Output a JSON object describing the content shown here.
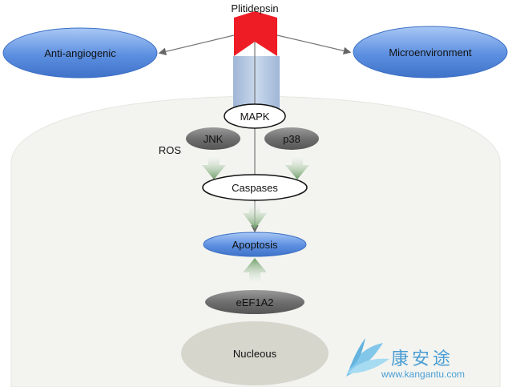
{
  "drug": {
    "label": "Plitidepsin"
  },
  "effects": {
    "left": "Anti-angiogenic",
    "right": "Microenvironment"
  },
  "nodes": {
    "mapk": "MAPK",
    "jnk": "JNK",
    "p38": "p38",
    "ros": "ROS",
    "caspases": "Caspases",
    "apoptosis": "Apoptosis",
    "eef1a2": "eEF1A2",
    "nucleus": "Nucleous"
  },
  "watermark": {
    "cn": "康安途",
    "url": "www.kangantu.com"
  },
  "colors": {
    "drug_red": "#ee1c25",
    "receptor_blue": "#b3c7e1",
    "ellipse_blue": "#5c8fe0",
    "ellipse_blue_light": "#a9c8f5",
    "gray_node": "#6f6f6f",
    "arrow_green": "#7fa877",
    "cell_fill": "#f3f4f0",
    "nucleus_fill": "#d6d6cd"
  }
}
